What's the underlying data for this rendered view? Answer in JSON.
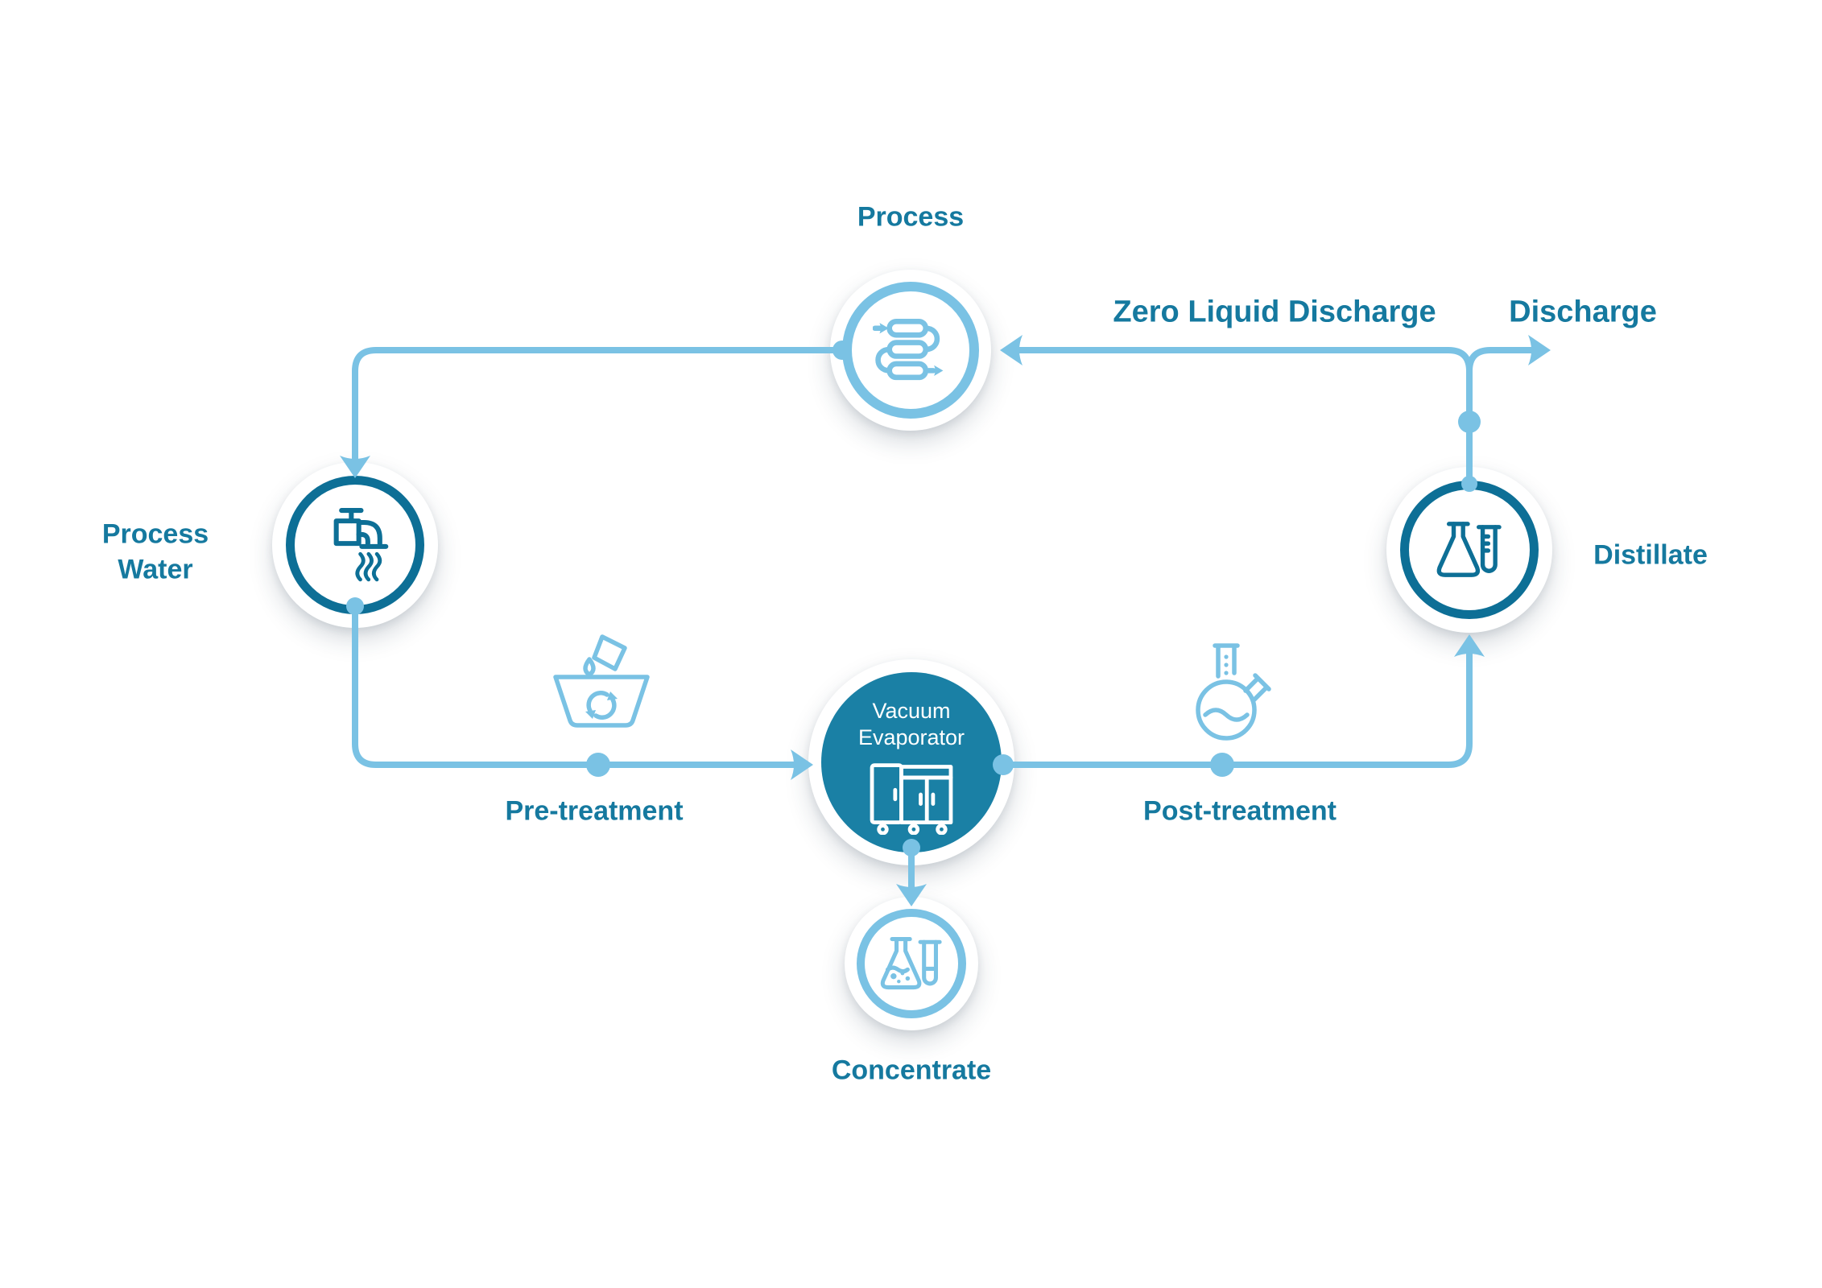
{
  "palette": {
    "line_light_blue": "#7ac2e4",
    "ring_dark_teal": "#0d6f96",
    "label_teal": "#15799f",
    "evaporator_fill": "#1a80a5",
    "background": "#ffffff",
    "node_icon_white": "#ffffff"
  },
  "nodes": {
    "process": {
      "label": "Process"
    },
    "process_water": {
      "label": "Process Water"
    },
    "vacuum_evaporator": {
      "label": "Vacuum Evaporator"
    },
    "distillate": {
      "label": "Distillate"
    },
    "concentrate": {
      "label": "Concentrate"
    }
  },
  "labels": {
    "zero_liquid_discharge": "Zero Liquid Discharge",
    "discharge": "Discharge",
    "pre_treatment": "Pre-treatment",
    "post_treatment": "Post-treatment"
  },
  "edges": [
    {
      "from": "process",
      "to": "process_water",
      "via": "top-left corner, arrow down"
    },
    {
      "from": "process_water",
      "to": "vacuum_evaporator",
      "via": "pre-treatment on bottom rail, arrow right"
    },
    {
      "from": "vacuum_evaporator",
      "to": "distillate",
      "via": "post-treatment on bottom rail, arrow up"
    },
    {
      "from": "distillate",
      "to": "process",
      "label": "zero_liquid_discharge",
      "via": "arrow left"
    },
    {
      "from": "distillate",
      "to": "discharge",
      "label": "discharge",
      "via": "arrow right"
    },
    {
      "from": "vacuum_evaporator",
      "to": "concentrate",
      "via": "arrow down"
    }
  ]
}
